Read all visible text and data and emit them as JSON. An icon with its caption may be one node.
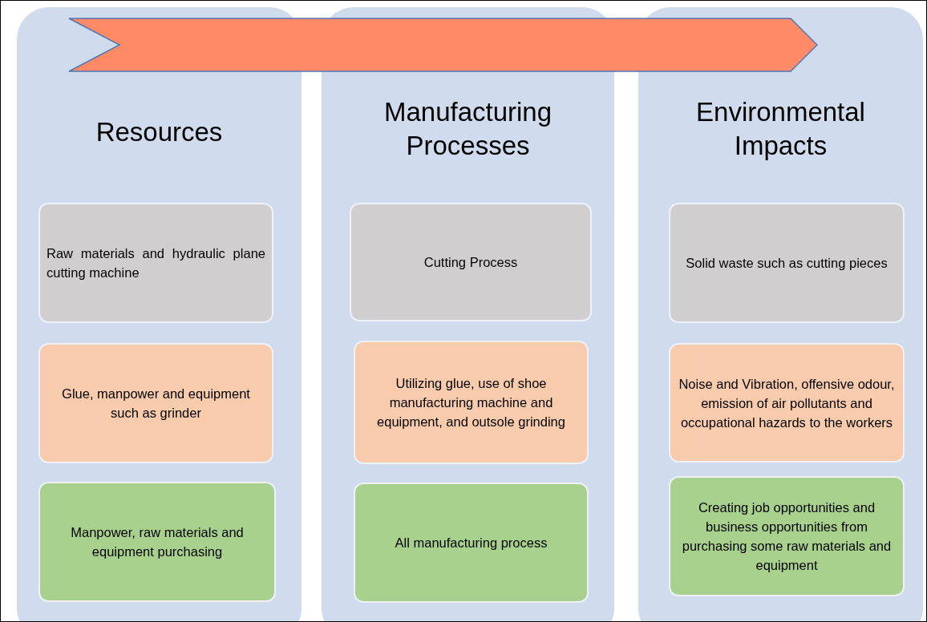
{
  "diagram": {
    "nodes": [
      {
        "text": [
          "Resources"
        ]
      },
      {
        "text": [
          "Raw materials and hydraulic plane cutting machine"
        ],
        "in": 0
      },
      {
        "text": [
          "Glue, manpower and equipment such as grinder"
        ],
        "in": 0
      },
      {
        "text": [
          "Manpower, raw materials and equipment purchasing"
        ],
        "in": 0
      },
      {
        "text": [
          "Manufacturing Processes"
        ]
      },
      {
        "text": [
          "Cutting Process"
        ],
        "in": 4
      },
      {
        "text": [
          "Utilizing glue, use of shoe manufacturing machine and equipment, and outsole grinding"
        ],
        "in": 4
      },
      {
        "text": [
          "All manufacturing process"
        ],
        "in": 4
      },
      {
        "text": [
          "Environmental Impacts"
        ]
      },
      {
        "text": [
          "Solid waste such as cutting pieces"
        ],
        "in": 8
      },
      {
        "text": [
          "Noise and Vibration, offensive odour, emission of air pollutants and occupational hazards to the workers"
        ],
        "in": 8
      },
      {
        "text": [
          "Creating job opportunities and business opportunities from purchasing some raw materials and equipment"
        ],
        "in": 8
      }
    ]
  }
}
